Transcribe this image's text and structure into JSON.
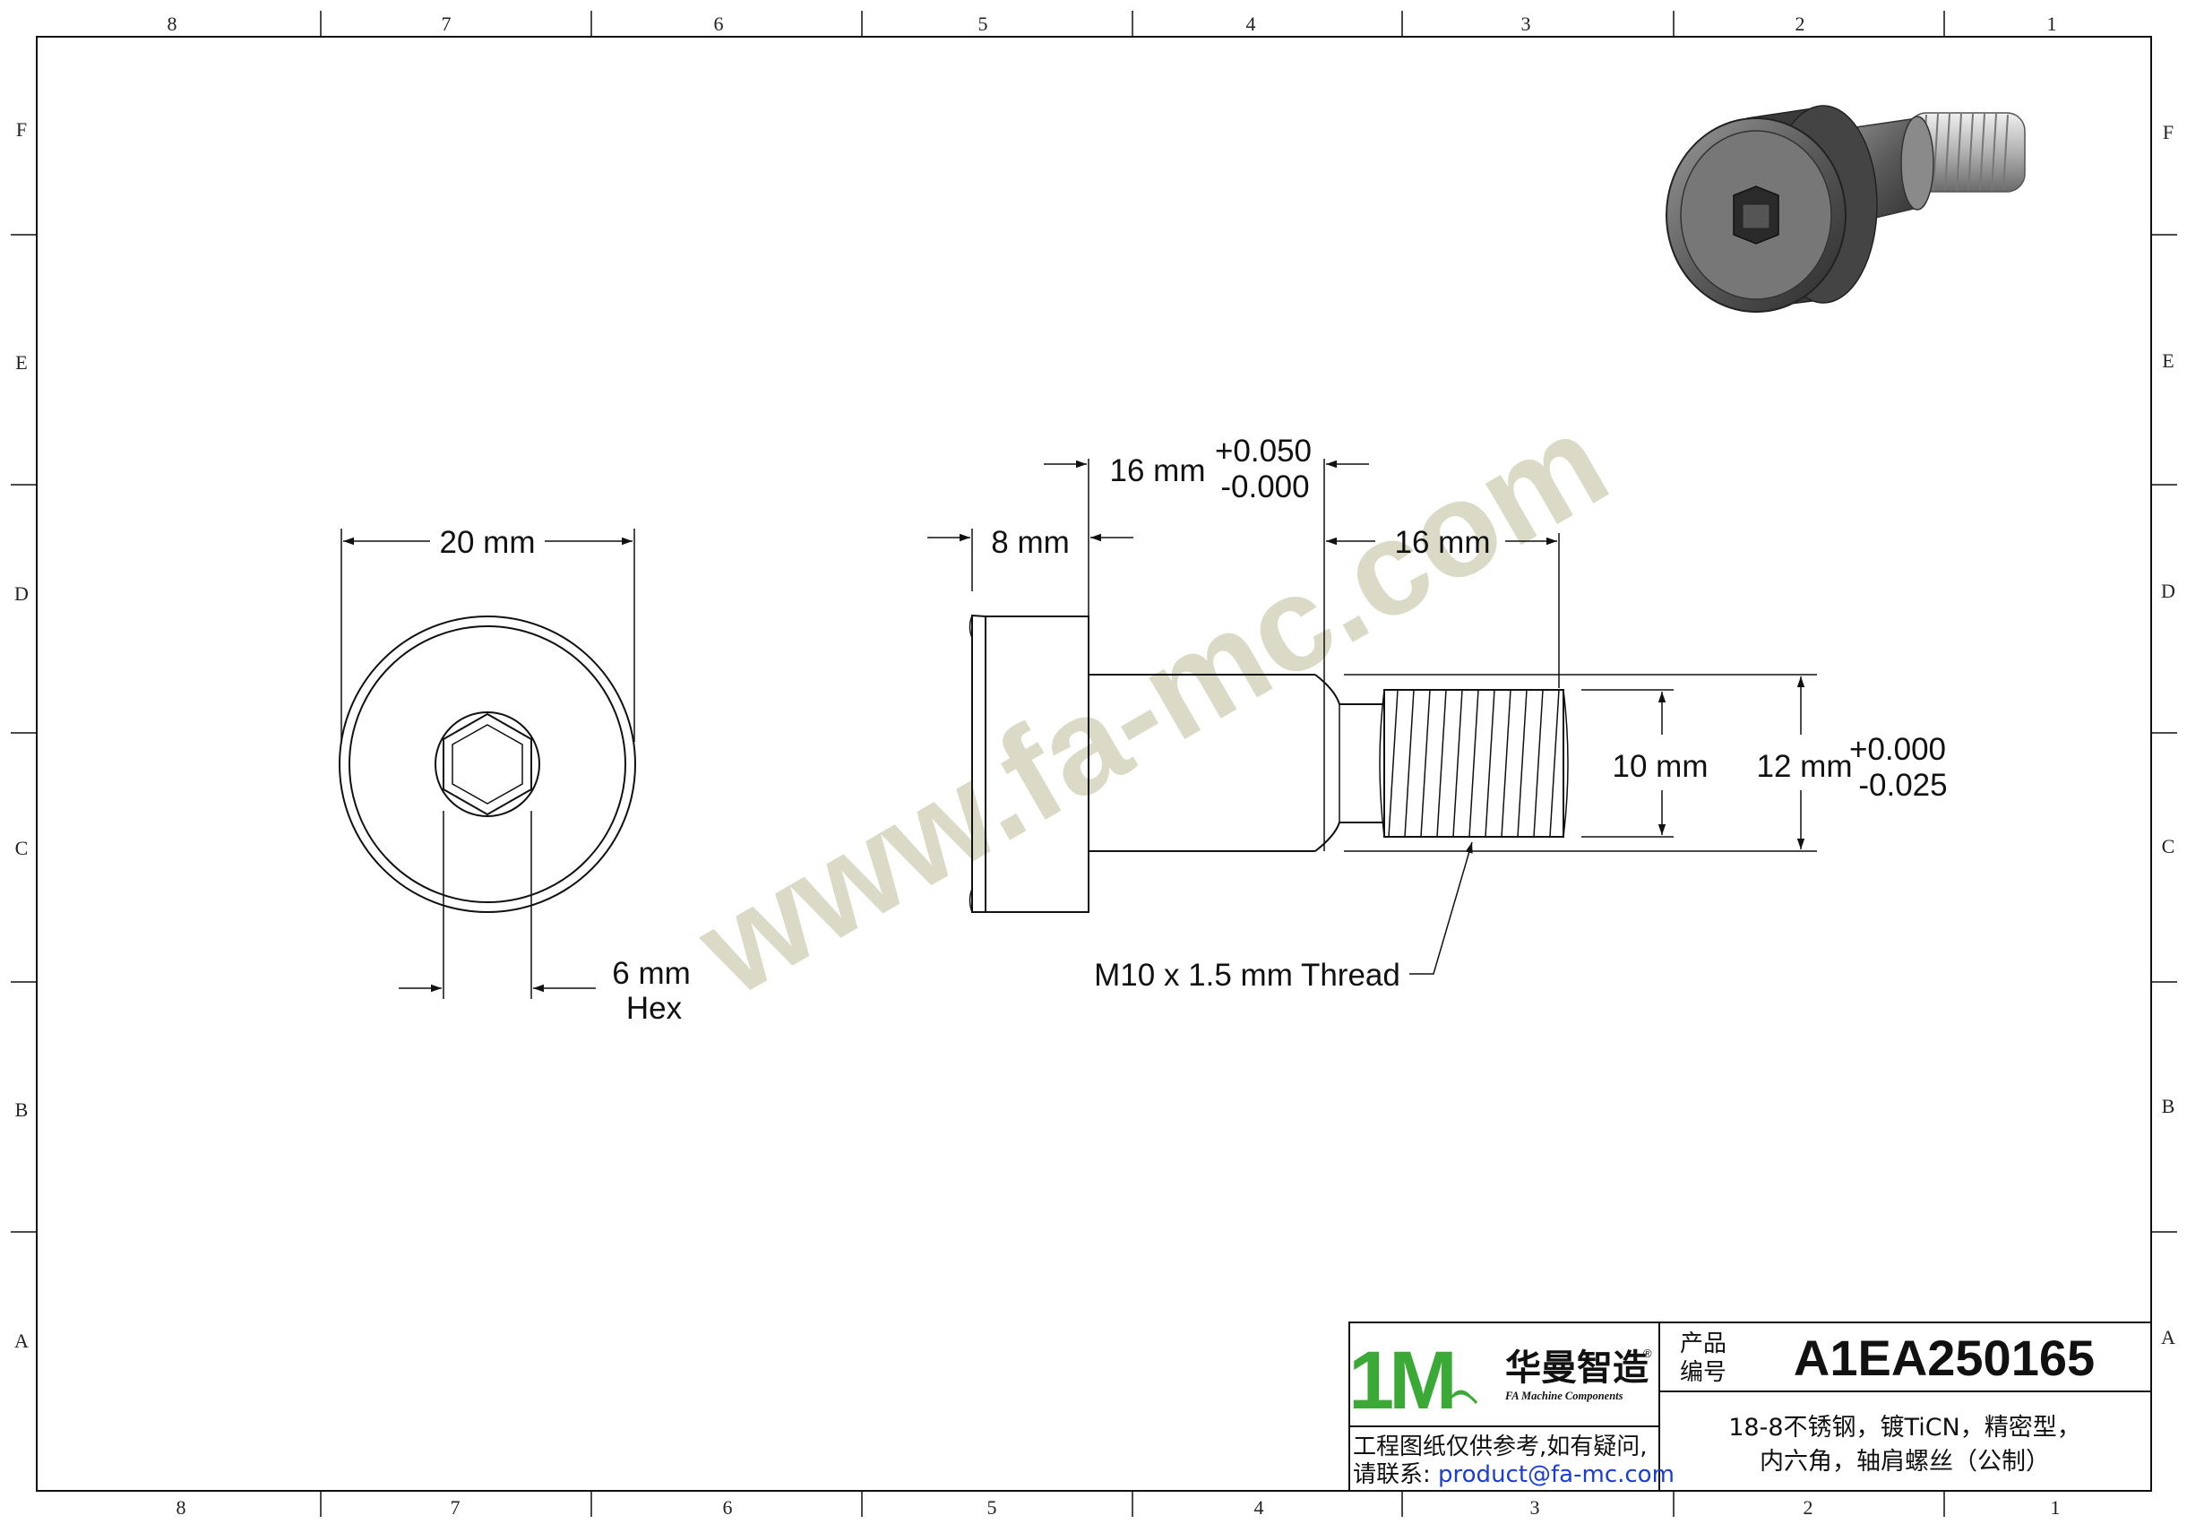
{
  "frame": {
    "columns": [
      "8",
      "7",
      "6",
      "5",
      "4",
      "3",
      "2",
      "1"
    ],
    "rows": [
      "F",
      "E",
      "D",
      "C",
      "B",
      "A"
    ]
  },
  "watermark": "www.fa-mc.com",
  "front_view": {
    "width_dim": "20 mm",
    "hex_dim": "6 mm",
    "hex_label": "Hex"
  },
  "side_view": {
    "head_height_dim": "8 mm",
    "shoulder_length_dim": "16 mm",
    "shoulder_tol_upper": "+0.050",
    "shoulder_tol_lower": "-0.000",
    "thread_length_dim": "16 mm",
    "thread_dia_dim": "10 mm",
    "shoulder_dia_dim": "12 mm",
    "shoulder_dia_tol_upper": "+0.000",
    "shoulder_dia_tol_lower": "-0.025",
    "thread_callout": "M10 x 1.5 mm Thread"
  },
  "title_block": {
    "logo_letters": "1M",
    "company_name": "华曼智造",
    "company_subtitle": "FA Machine Components",
    "reg_mark": "®",
    "product_no_label_line1": "产品",
    "product_no_label_line2": "编号",
    "product_no": "A1EA250165",
    "disclaimer_line1": "工程图纸仅供参考,如有疑问,",
    "contact_label": "请联系: ",
    "contact_email": "product@fa-mc.com",
    "description_line1": "18-8不锈钢，镀TiCN，精密型，",
    "description_line2": "内六角，轴肩螺丝（公制）"
  },
  "colors": {
    "logo_green": "#3aa935",
    "logo_blue": "#1f3c9c",
    "link_blue": "#1a3dd6",
    "watermark": "#bcbc98"
  }
}
